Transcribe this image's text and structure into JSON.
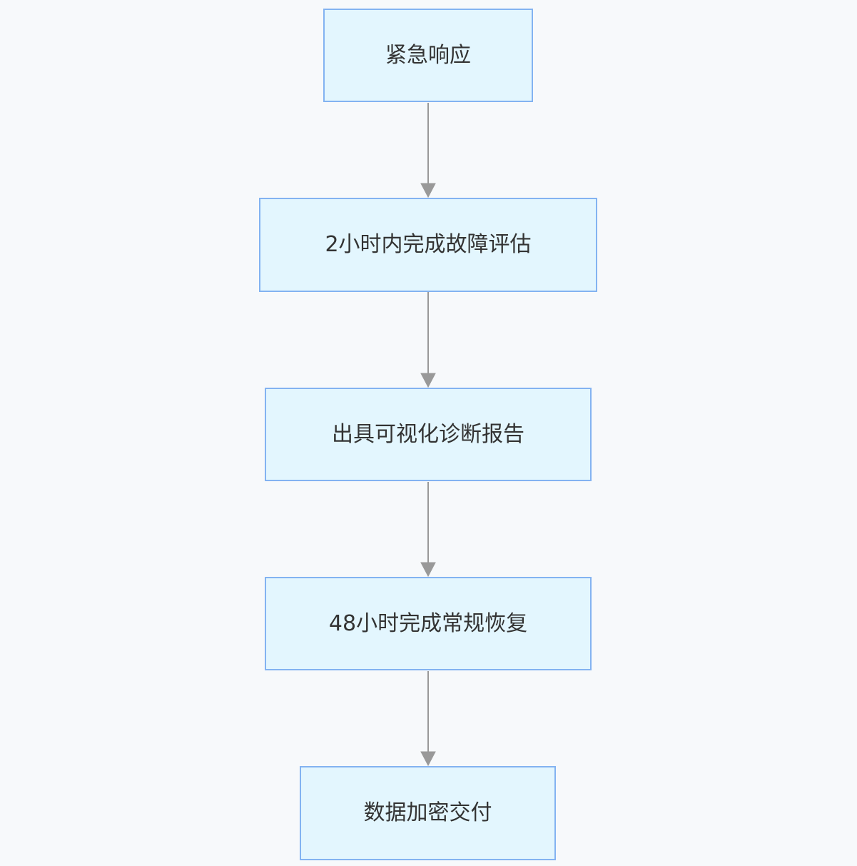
{
  "flowchart": {
    "colors": {
      "background": "#f7f9fb",
      "node_fill": "#e3f6fe",
      "node_border": "#83b3f1",
      "edge": "#999999",
      "text": "#333333"
    },
    "nodes": [
      {
        "id": "n1",
        "label": "紧急响应"
      },
      {
        "id": "n2",
        "label": "2小时内完成故障评估"
      },
      {
        "id": "n3",
        "label": "出具可视化诊断报告"
      },
      {
        "id": "n4",
        "label": "48小时完成常规恢复"
      },
      {
        "id": "n5",
        "label": "数据加密交付"
      }
    ],
    "edges": [
      {
        "from": "n1",
        "to": "n2"
      },
      {
        "from": "n2",
        "to": "n3"
      },
      {
        "from": "n3",
        "to": "n4"
      },
      {
        "from": "n4",
        "to": "n5"
      }
    ]
  }
}
